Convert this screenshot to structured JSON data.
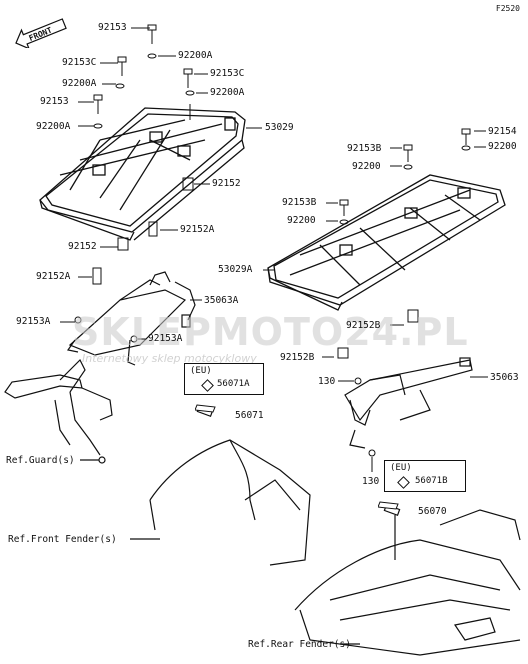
{
  "figure_code": "F2520",
  "front_label": "FRONT",
  "watermark": {
    "brand": "SKLEPMOTO24.PL",
    "tagline": "Internetowy sklep motocyklowy"
  },
  "colors": {
    "line": "#111111",
    "watermark_gray": "#c8c8c8",
    "watermark_red": "#e23a3a"
  },
  "callouts": {
    "front_rack": {
      "p92153_top": "92153",
      "p92200A_1": "92200A",
      "p92153C_1": "92153C",
      "p92153C_2": "92153C",
      "p92200A_2": "92200A",
      "p92200A_3": "92200A",
      "p92153_mid": "92153",
      "p92200A_4": "92200A",
      "p53029": "53029",
      "p92152_r": "92152",
      "p92152A_r": "92152A",
      "p92152_l": "92152",
      "p92152A_l": "92152A",
      "p35063A": "35063A",
      "p92153A_l": "92153A",
      "p92153A_r": "92153A",
      "p56071": "56071"
    },
    "rear_rack": {
      "p92154": "92154",
      "p92200": "92200",
      "p92153B_1": "92153B",
      "p92200_2": "92200",
      "p92153B_2": "92153B",
      "p92200_3": "92200",
      "p53029A": "53029A",
      "p92152B_1": "92152B",
      "p92152B_2": "92152B",
      "p35063": "35063",
      "p130_1": "130",
      "p130_2": "130",
      "p56070": "56070"
    }
  },
  "eu_boxes": {
    "front": {
      "tag": "(EU)",
      "part": "56071A"
    },
    "rear": {
      "tag": "(EU)",
      "part": "56071B"
    }
  },
  "references": {
    "guard": "Ref.Guard(s)",
    "front_fender": "Ref.Front Fender(s)",
    "rear_fender": "Ref.Rear Fender(s)"
  }
}
